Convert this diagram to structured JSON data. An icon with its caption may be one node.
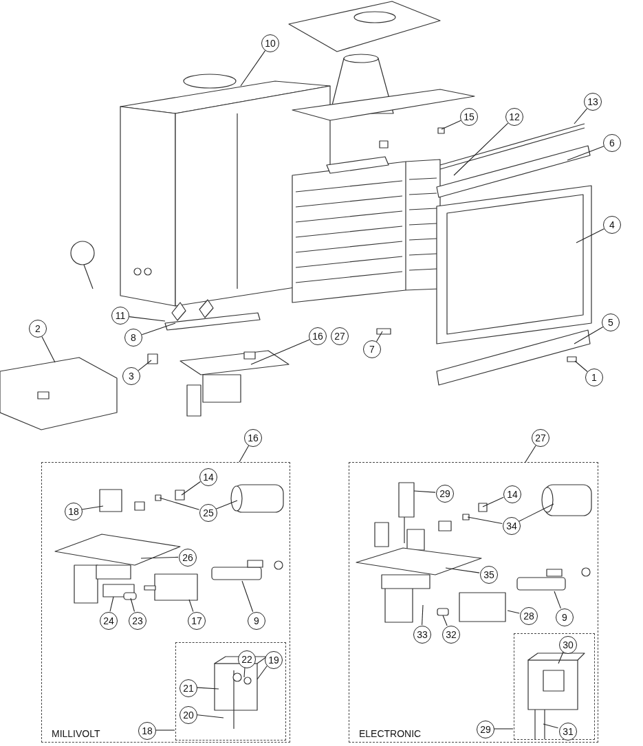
{
  "diagram": {
    "nodes": [
      {
        "text": [
          "10"
        ]
      },
      {
        "text": [
          "15"
        ]
      },
      {
        "text": [
          "12"
        ]
      },
      {
        "text": [
          "13"
        ]
      },
      {
        "text": [
          "6"
        ]
      },
      {
        "text": [
          "4"
        ]
      },
      {
        "text": [
          "2"
        ]
      },
      {
        "text": [
          "11"
        ]
      },
      {
        "text": [
          "8"
        ]
      },
      {
        "text": [
          "16"
        ]
      },
      {
        "text": [
          "27"
        ]
      },
      {
        "text": [
          "7"
        ]
      },
      {
        "text": [
          "5"
        ]
      },
      {
        "text": [
          "3"
        ]
      },
      {
        "text": [
          "1"
        ]
      },
      {
        "text": [
          "16"
        ]
      },
      {
        "text": [
          "27"
        ]
      },
      {
        "text": [
          "MILLIVOLT"
        ]
      },
      {
        "text": [
          "14"
        ],
        "in": 17
      },
      {
        "text": [
          "18"
        ],
        "in": 17
      },
      {
        "text": [
          "25"
        ],
        "in": 17
      },
      {
        "text": [
          "26"
        ],
        "in": 17
      },
      {
        "text": [
          "24"
        ],
        "in": 17
      },
      {
        "text": [
          "23"
        ],
        "in": 17
      },
      {
        "text": [
          "17"
        ],
        "in": 17
      },
      {
        "text": [
          "9"
        ],
        "in": 17
      },
      {
        "text": [],
        "shape": "box",
        "in": 17
      },
      {
        "text": [
          "22"
        ],
        "in": 26
      },
      {
        "text": [
          "19"
        ],
        "in": 26
      },
      {
        "text": [
          "21"
        ],
        "in": 26
      },
      {
        "text": [
          "20"
        ],
        "in": 26
      },
      {
        "text": [
          "18"
        ],
        "in": 17
      },
      {
        "text": [
          "ELECTRONIC"
        ]
      },
      {
        "text": [
          "29"
        ],
        "in": 32
      },
      {
        "text": [
          "14"
        ],
        "in": 32
      },
      {
        "text": [
          "34"
        ],
        "in": 32
      },
      {
        "text": [
          "35"
        ],
        "in": 32
      },
      {
        "text": [
          "28"
        ],
        "in": 32
      },
      {
        "text": [
          "9"
        ],
        "in": 32
      },
      {
        "text": [
          "33"
        ],
        "in": 32
      },
      {
        "text": [
          "32"
        ],
        "in": 32
      },
      {
        "text": [],
        "shape": "box",
        "in": 32
      },
      {
        "text": [
          "30"
        ],
        "in": 41
      },
      {
        "text": [
          "31"
        ],
        "in": 41
      },
      {
        "text": [
          "29"
        ],
        "in": 32
      }
    ],
    "edges": [
      {
        "from": 0,
        "to": null,
        "arrow": "none"
      },
      {
        "from": 1,
        "to": null,
        "arrow": "none"
      },
      {
        "from": 2,
        "to": null,
        "arrow": "none"
      },
      {
        "from": 3,
        "to": null,
        "arrow": "none"
      },
      {
        "from": 4,
        "to": null,
        "arrow": "none"
      },
      {
        "from": 5,
        "to": null,
        "arrow": "none"
      },
      {
        "from": 6,
        "to": null,
        "arrow": "none"
      },
      {
        "from": 7,
        "to": null,
        "arrow": "none"
      },
      {
        "from": 8,
        "to": null,
        "arrow": "none"
      },
      {
        "from": 9,
        "to": null,
        "arrow": "none"
      },
      {
        "from": 11,
        "to": null,
        "arrow": "none"
      },
      {
        "from": 12,
        "to": null,
        "arrow": "none"
      },
      {
        "from": 13,
        "to": null,
        "arrow": "none"
      },
      {
        "from": 14,
        "to": null,
        "arrow": "none"
      },
      {
        "from": 15,
        "to": 17,
        "arrow": "none"
      },
      {
        "from": 16,
        "to": 32,
        "arrow": "none"
      },
      {
        "from": 18,
        "to": null,
        "arrow": "none"
      },
      {
        "from": 19,
        "to": null,
        "arrow": "none"
      },
      {
        "from": 20,
        "to": null,
        "arrow": "none"
      },
      {
        "from": 20,
        "to": null,
        "arrow": "none"
      },
      {
        "from": 21,
        "to": null,
        "arrow": "none"
      },
      {
        "from": 22,
        "to": null,
        "arrow": "none"
      },
      {
        "from": 23,
        "to": null,
        "arrow": "none"
      },
      {
        "from": 24,
        "to": null,
        "arrow": "none"
      },
      {
        "from": 25,
        "to": null,
        "arrow": "none"
      },
      {
        "from": 27,
        "to": null,
        "arrow": "none"
      },
      {
        "from": 28,
        "to": null,
        "arrow": "none"
      },
      {
        "from": 29,
        "to": null,
        "arrow": "none"
      },
      {
        "from": 30,
        "to": null,
        "arrow": "none"
      },
      {
        "from": 31,
        "to": 26,
        "arrow": "none"
      },
      {
        "from": 33,
        "to": null,
        "arrow": "none"
      },
      {
        "from": 34,
        "to": null,
        "arrow": "none"
      },
      {
        "from": 35,
        "to": null,
        "arrow": "none"
      },
      {
        "from": 35,
        "to": null,
        "arrow": "none"
      },
      {
        "from": 36,
        "to": null,
        "arrow": "none"
      },
      {
        "from": 37,
        "to": null,
        "arrow": "none"
      },
      {
        "from": 38,
        "to": null,
        "arrow": "none"
      },
      {
        "from": 39,
        "to": null,
        "arrow": "none"
      },
      {
        "from": 40,
        "to": null,
        "arrow": "none"
      },
      {
        "from": 42,
        "to": null,
        "arrow": "none"
      },
      {
        "from": 43,
        "to": null,
        "arrow": "none"
      },
      {
        "from": 44,
        "to": 41,
        "arrow": "none"
      }
    ]
  }
}
